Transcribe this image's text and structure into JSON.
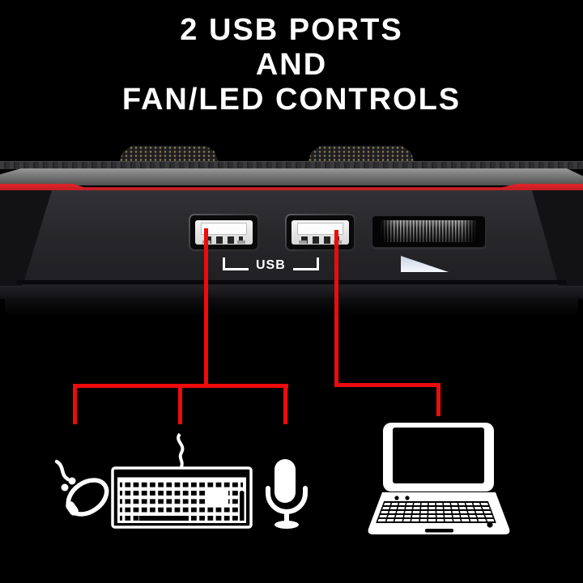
{
  "title": {
    "line1": "2 USB PORTS",
    "line2": "AND",
    "line3": "FAN/LED CONTROLS"
  },
  "product": {
    "usb_label": "USB",
    "ports": [
      "USB port 1",
      "USB port 2"
    ],
    "control": "fan/LED scroll wheel",
    "indicator": "wedge triangle indicator"
  },
  "connections": {
    "port1_devices": [
      "mouse",
      "keyboard",
      "microphone"
    ],
    "port2_devices": [
      "laptop"
    ]
  },
  "icons": {
    "mouse": "mouse-icon",
    "keyboard": "keyboard-icon",
    "microphone": "microphone-icon",
    "laptop": "laptop-icon"
  },
  "colors": {
    "background": "#000000",
    "connector_red": "#ed0b0b",
    "stripe_red": "#c01b21",
    "icon_white": "#ffffff"
  }
}
